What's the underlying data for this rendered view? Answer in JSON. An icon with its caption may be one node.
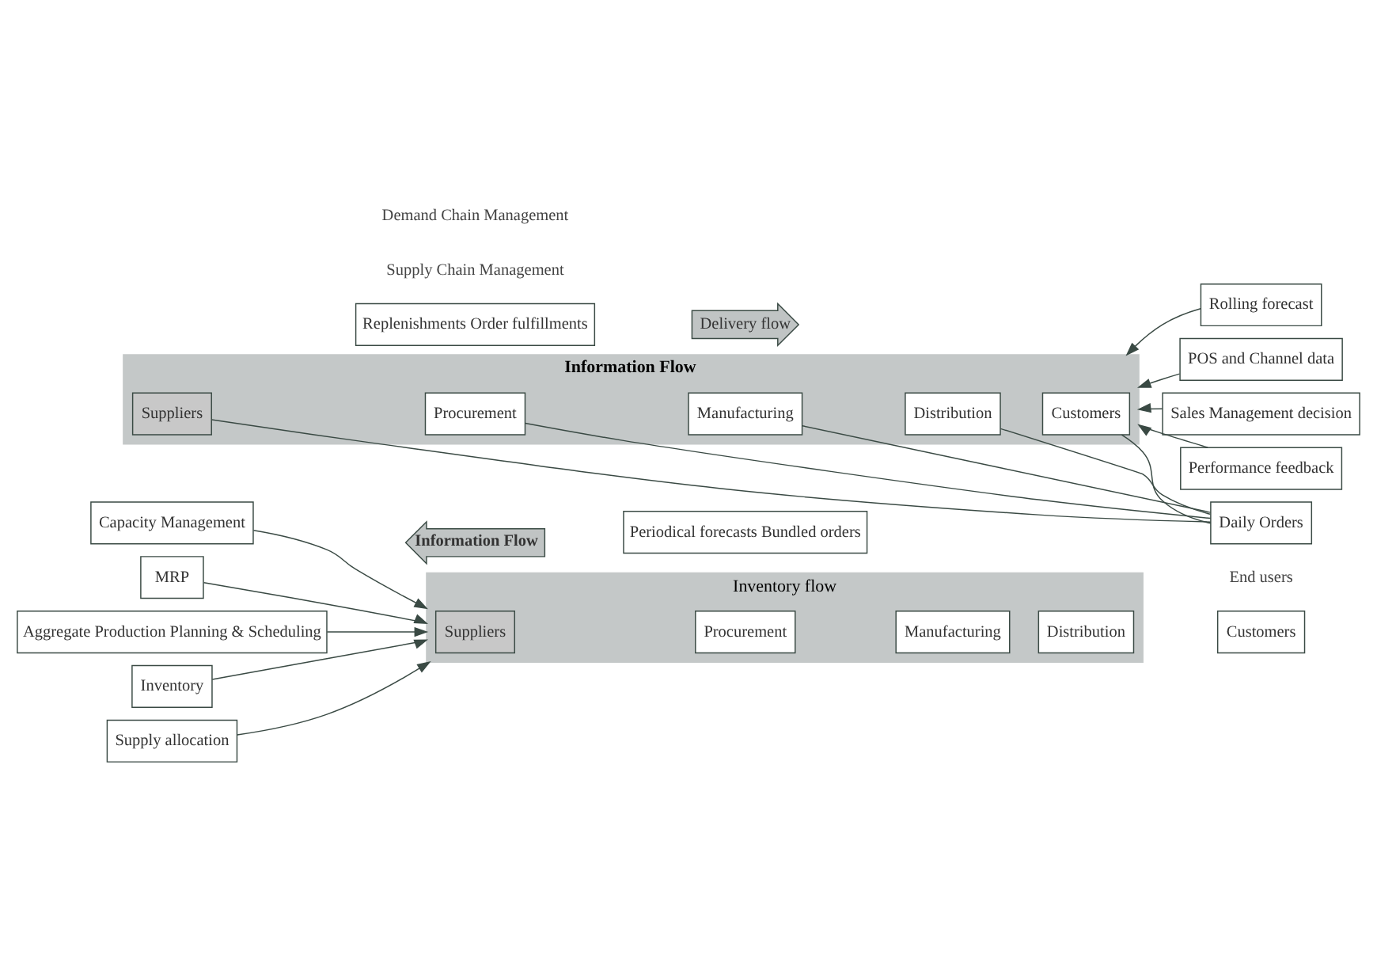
{
  "diagram": {
    "nodes": [
      {
        "text": [
          "Capacity Management"
        ]
      },
      {
        "text": [
          "MRP"
        ]
      },
      {
        "text": [
          "Aggregate Production Planning & Scheduling"
        ]
      },
      {
        "text": [
          "Inventory"
        ]
      },
      {
        "text": [
          "Supply allocation"
        ]
      },
      {
        "text": [
          "Inventory flow"
        ]
      },
      {
        "text": [
          "Suppliers"
        ],
        "in": 5
      },
      {
        "text": [
          "Procurement"
        ],
        "in": 5
      },
      {
        "text": [
          "Manufacturing"
        ],
        "in": 5
      },
      {
        "text": [
          "Distribution"
        ],
        "in": 5
      },
      {
        "text": [
          "Customers"
        ]
      },
      {
        "text": [
          "Information Flow"
        ]
      },
      {
        "text": [
          "Periodical forecasts Bundled orders"
        ]
      },
      {
        "text": [
          "Information Flow"
        ]
      },
      {
        "text": [
          "Suppliers"
        ],
        "in": 13
      },
      {
        "text": [
          "Procurement"
        ],
        "in": 13
      },
      {
        "text": [
          "Manufacturing"
        ],
        "in": 13
      },
      {
        "text": [
          "Distribution"
        ],
        "in": 13
      },
      {
        "text": [
          "Customers"
        ],
        "in": 13
      },
      {
        "text": [
          "Rolling forecast"
        ]
      },
      {
        "text": [
          "POS and Channel data"
        ]
      },
      {
        "text": [
          "Sales Management decision"
        ]
      },
      {
        "text": [
          "Performance feedback"
        ]
      },
      {
        "text": [
          "Daily Orders"
        ]
      },
      {
        "text": [
          "Replenishments Order fulfillments"
        ]
      },
      {
        "text": [
          "Delivery flow"
        ]
      }
    ],
    "edges": [
      {
        "from": 0,
        "to": 5,
        "arrow": "to"
      },
      {
        "from": 1,
        "to": 5,
        "arrow": "to"
      },
      {
        "from": 2,
        "to": 5,
        "arrow": "to"
      },
      {
        "from": 3,
        "to": 5,
        "arrow": "to"
      },
      {
        "from": 4,
        "to": 5,
        "arrow": "to"
      },
      {
        "from": 19,
        "to": 13,
        "arrow": "to"
      },
      {
        "from": 20,
        "to": 13,
        "arrow": "to"
      },
      {
        "from": 21,
        "to": 13,
        "arrow": "to"
      },
      {
        "from": 22,
        "to": 13,
        "arrow": "to"
      },
      {
        "from": 14,
        "to": 23,
        "arrow": "none"
      },
      {
        "from": 15,
        "to": 23,
        "arrow": "none"
      },
      {
        "from": 16,
        "to": 23,
        "arrow": "none"
      },
      {
        "from": 17,
        "to": 23,
        "arrow": "none"
      },
      {
        "from": 18,
        "to": 23,
        "arrow": "none"
      }
    ],
    "labels": [
      "Supply Chain Management",
      "Demand Chain Management",
      "End users"
    ]
  }
}
